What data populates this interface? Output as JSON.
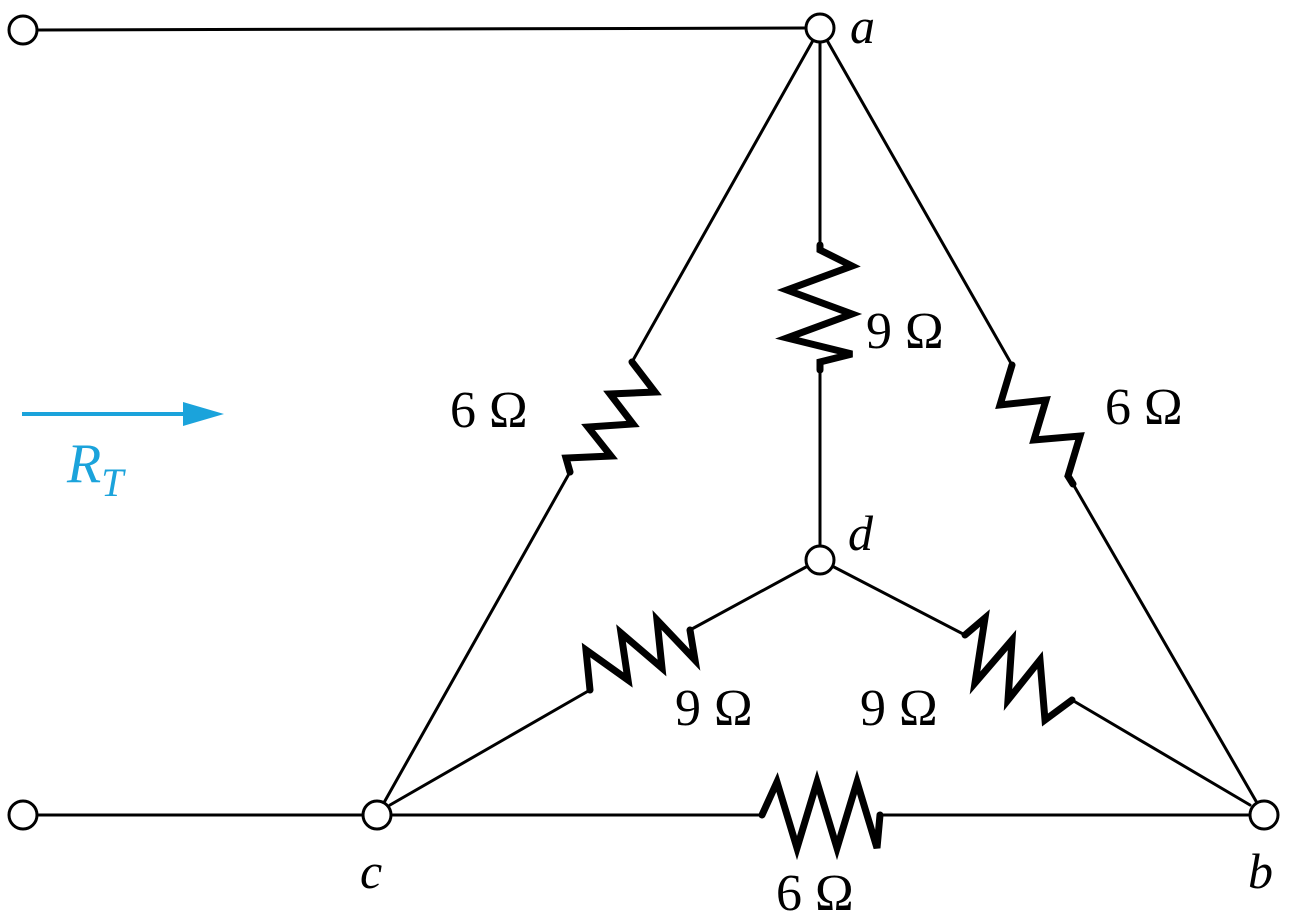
{
  "diagram": {
    "nodes": {
      "a": "a",
      "b": "b",
      "c": "c",
      "d": "d"
    },
    "resistors": {
      "ac": "6 Ω",
      "ab": "6 Ω",
      "ad": "9 Ω",
      "cd": "9 Ω",
      "bd": "9 Ω",
      "cb": "6 Ω"
    },
    "measurement": {
      "label_main": "R",
      "label_sub": "T"
    },
    "colors": {
      "accent": "#1ba3db",
      "line": "#000000"
    }
  }
}
